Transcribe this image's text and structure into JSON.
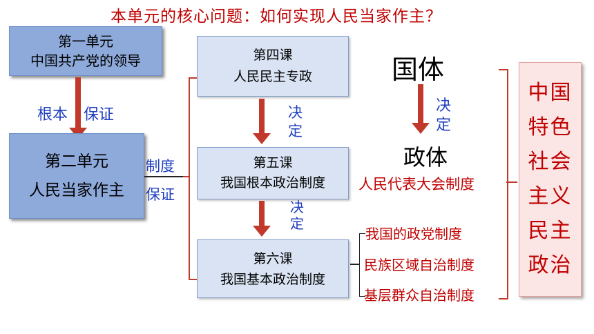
{
  "title": "本单元的核心问题：如何实现人民当家作主？",
  "unit1": {
    "line1": "第一单元",
    "line2": "中国共产党的领导"
  },
  "unit2": {
    "line1": "第二单元",
    "line2": "人民当家作主"
  },
  "edge_unit1_unit2": {
    "label1": "根本",
    "label2": "保证"
  },
  "edge_unit2_lessons": {
    "label1": "制度",
    "label2": "保证"
  },
  "lesson4": {
    "line1": "第四课",
    "line2": "人民民主专政"
  },
  "lesson5": {
    "line1": "第五课",
    "line2": "我国根本政治制度"
  },
  "lesson6": {
    "line1": "第六课",
    "line2": "我国基本政治制度"
  },
  "edge_l4_l5": {
    "label1": "决",
    "label2": "定"
  },
  "edge_l5_l6": {
    "label1": "决",
    "label2": "定"
  },
  "guoti": "国体",
  "zhengti": "政体",
  "edge_guoti_zhengti": {
    "label1": "决",
    "label2": "定"
  },
  "congress_system": "人民代表大会制度",
  "basic_systems": [
    "我国的政党制度",
    "民族区域自治制度",
    "基层群众自治制度"
  ],
  "conclusion": [
    "中国",
    "特色",
    "社会",
    "主义",
    "民主",
    "政治"
  ],
  "colors": {
    "accent_red": "#c00000",
    "arrow": "#c0392b",
    "label_blue": "#1f3fbf",
    "unit_fill": "#8eaadb",
    "lesson_fill": "#dae3f3"
  }
}
